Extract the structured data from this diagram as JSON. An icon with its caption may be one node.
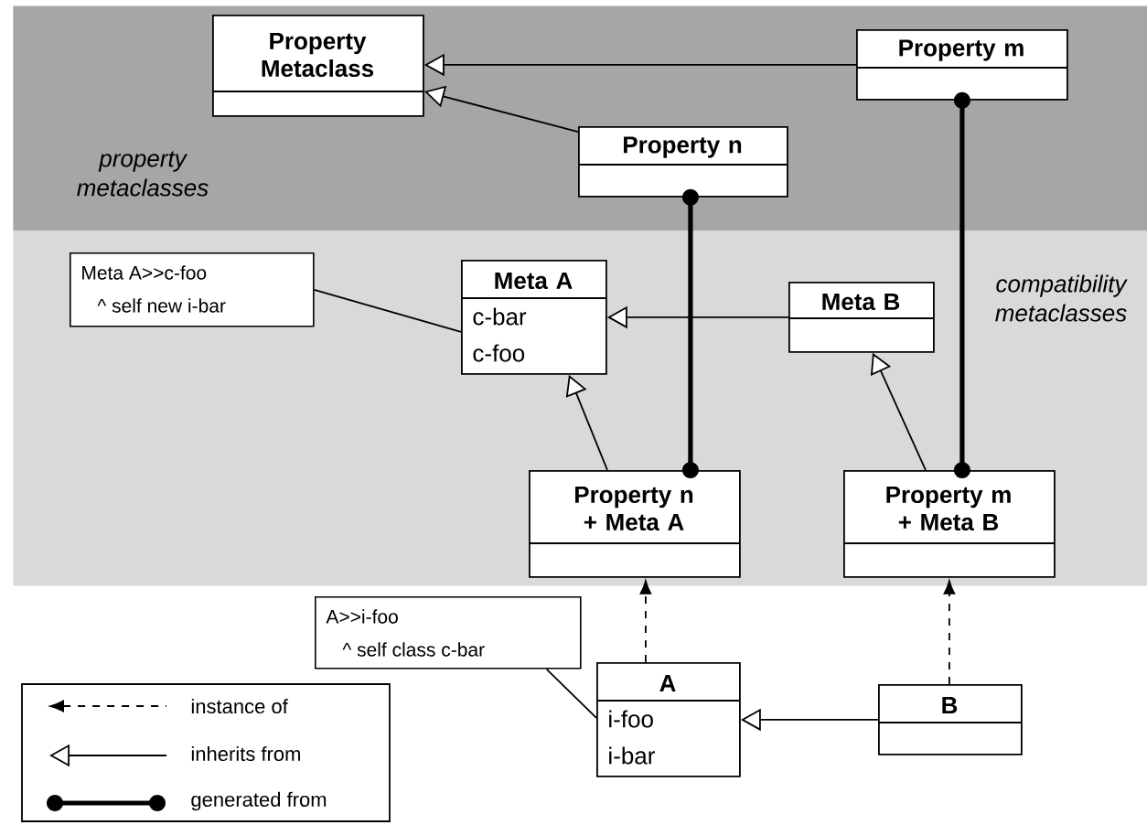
{
  "diagram": {
    "nodes": [
      {
        "text": [
          "property metaclasses"
        ]
      },
      {
        "text": [
          "Property Metaclass"
        ],
        "in": 0
      },
      {
        "text": [
          "Property m"
        ],
        "in": 0
      },
      {
        "text": [
          "Property n"
        ],
        "in": 0
      },
      {
        "text": [
          "compatibility metaclasses"
        ]
      },
      {
        "text": [
          "Meta A>>c-foo",
          "^ self new i-bar"
        ],
        "in": 4
      },
      {
        "text": [
          "Meta A",
          "c-bar",
          "c-foo"
        ],
        "in": 4
      },
      {
        "text": [
          "Meta B"
        ],
        "in": 4
      },
      {
        "text": [
          "Property n + Meta A"
        ],
        "in": 4
      },
      {
        "text": [
          "Property m + Meta B"
        ],
        "in": 4
      },
      {
        "text": [
          "A>>i-foo",
          "^ self class c-bar"
        ]
      },
      {
        "text": [
          "A",
          "i-foo",
          "i-bar"
        ]
      },
      {
        "text": [
          "B"
        ]
      }
    ],
    "edges": [
      {
        "from": 2,
        "to": 1,
        "arrow": "to"
      },
      {
        "from": 3,
        "to": 1,
        "arrow": "to"
      },
      {
        "from": 3,
        "to": 8,
        "arrow": "other",
        "style": "thick"
      },
      {
        "from": 2,
        "to": 9,
        "arrow": "other",
        "style": "thick"
      },
      {
        "from": 7,
        "to": 6,
        "arrow": "to"
      },
      {
        "from": 8,
        "to": 6,
        "arrow": "to"
      },
      {
        "from": 9,
        "to": 7,
        "arrow": "to"
      },
      {
        "from": 5,
        "to": 6,
        "arrow": "none"
      },
      {
        "from": 11,
        "to": 8,
        "arrow": "to",
        "style": "dashed"
      },
      {
        "from": 12,
        "to": 9,
        "arrow": "to",
        "style": "dashed"
      },
      {
        "from": 12,
        "to": 11,
        "arrow": "to"
      },
      {
        "from": 10,
        "to": 11,
        "arrow": "none"
      }
    ],
    "legend": [
      {
        "text": "instance of"
      },
      {
        "text": "inherits from"
      },
      {
        "text": "generated from"
      }
    ]
  }
}
